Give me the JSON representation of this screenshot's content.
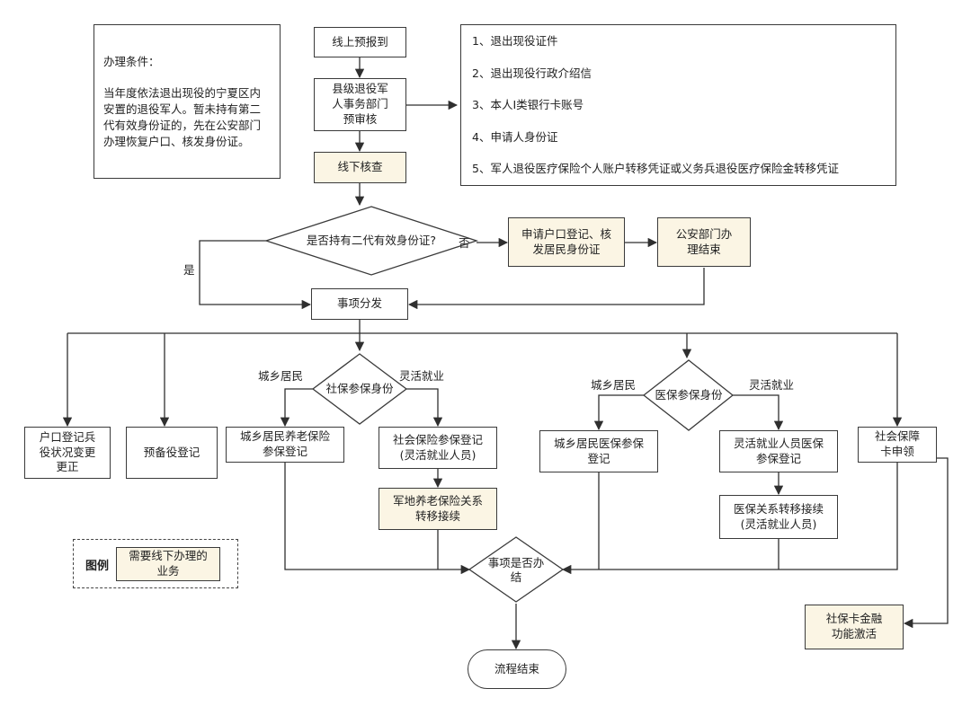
{
  "conditions": {
    "title": "办理条件：",
    "text": "当年度依法退出现役的宁夏区内安置的退役军人。暂未持有第二代有效身份证的，先在公安部门办理恢复户口、核发身份证。"
  },
  "materials": [
    "1、退出现役证件",
    "2、退出现役行政介绍信",
    "3、本人Ⅰ类银行卡账号",
    "4、申请人身份证",
    "5、军人退役医疗保险个人账户转移凭证或义务兵退役医疗保险金转移凭证"
  ],
  "nodes": {
    "online_report": "线上预报到",
    "county_review": "县级退役军\n人事务部门\n预审核",
    "offline_check": "线下核查",
    "id_question": "是否持有二代有效身份证?",
    "apply_id": "申请户口登记、核\n发居民身份证",
    "police_done": "公安部门办\n理结束",
    "dispatch": "事项分发",
    "household": "户口登记兵\n役状况变更\n更正",
    "reserve": "预备役登记",
    "social_identity": "社保参保身份",
    "urban_pension": "城乡居民养老保险\n参保登记",
    "social_flex": "社会保险参保登记\n(灵活就业人员)",
    "pension_transfer": "军地养老保险关系\n转移接续",
    "medical_identity": "医保参保身份",
    "urban_medical": "城乡居民医保参保\n登记",
    "flex_medical": "灵活就业人员医保\n参保登记",
    "medical_transfer": "医保关系转移接续\n(灵活就业人员)",
    "sscard_apply": "社会保障\n卡申领",
    "done_question": "事项是否办\n结",
    "end": "流程结束",
    "sscard_activate": "社保卡金融\n功能激活"
  },
  "edge_labels": {
    "no": "否",
    "yes": "是",
    "social_urban": "城乡居民",
    "social_flex": "灵活就业",
    "medical_urban": "城乡居民",
    "medical_flex": "灵活就业"
  },
  "legend": {
    "title": "图例",
    "sample": "需要线下办理的\n业务"
  }
}
